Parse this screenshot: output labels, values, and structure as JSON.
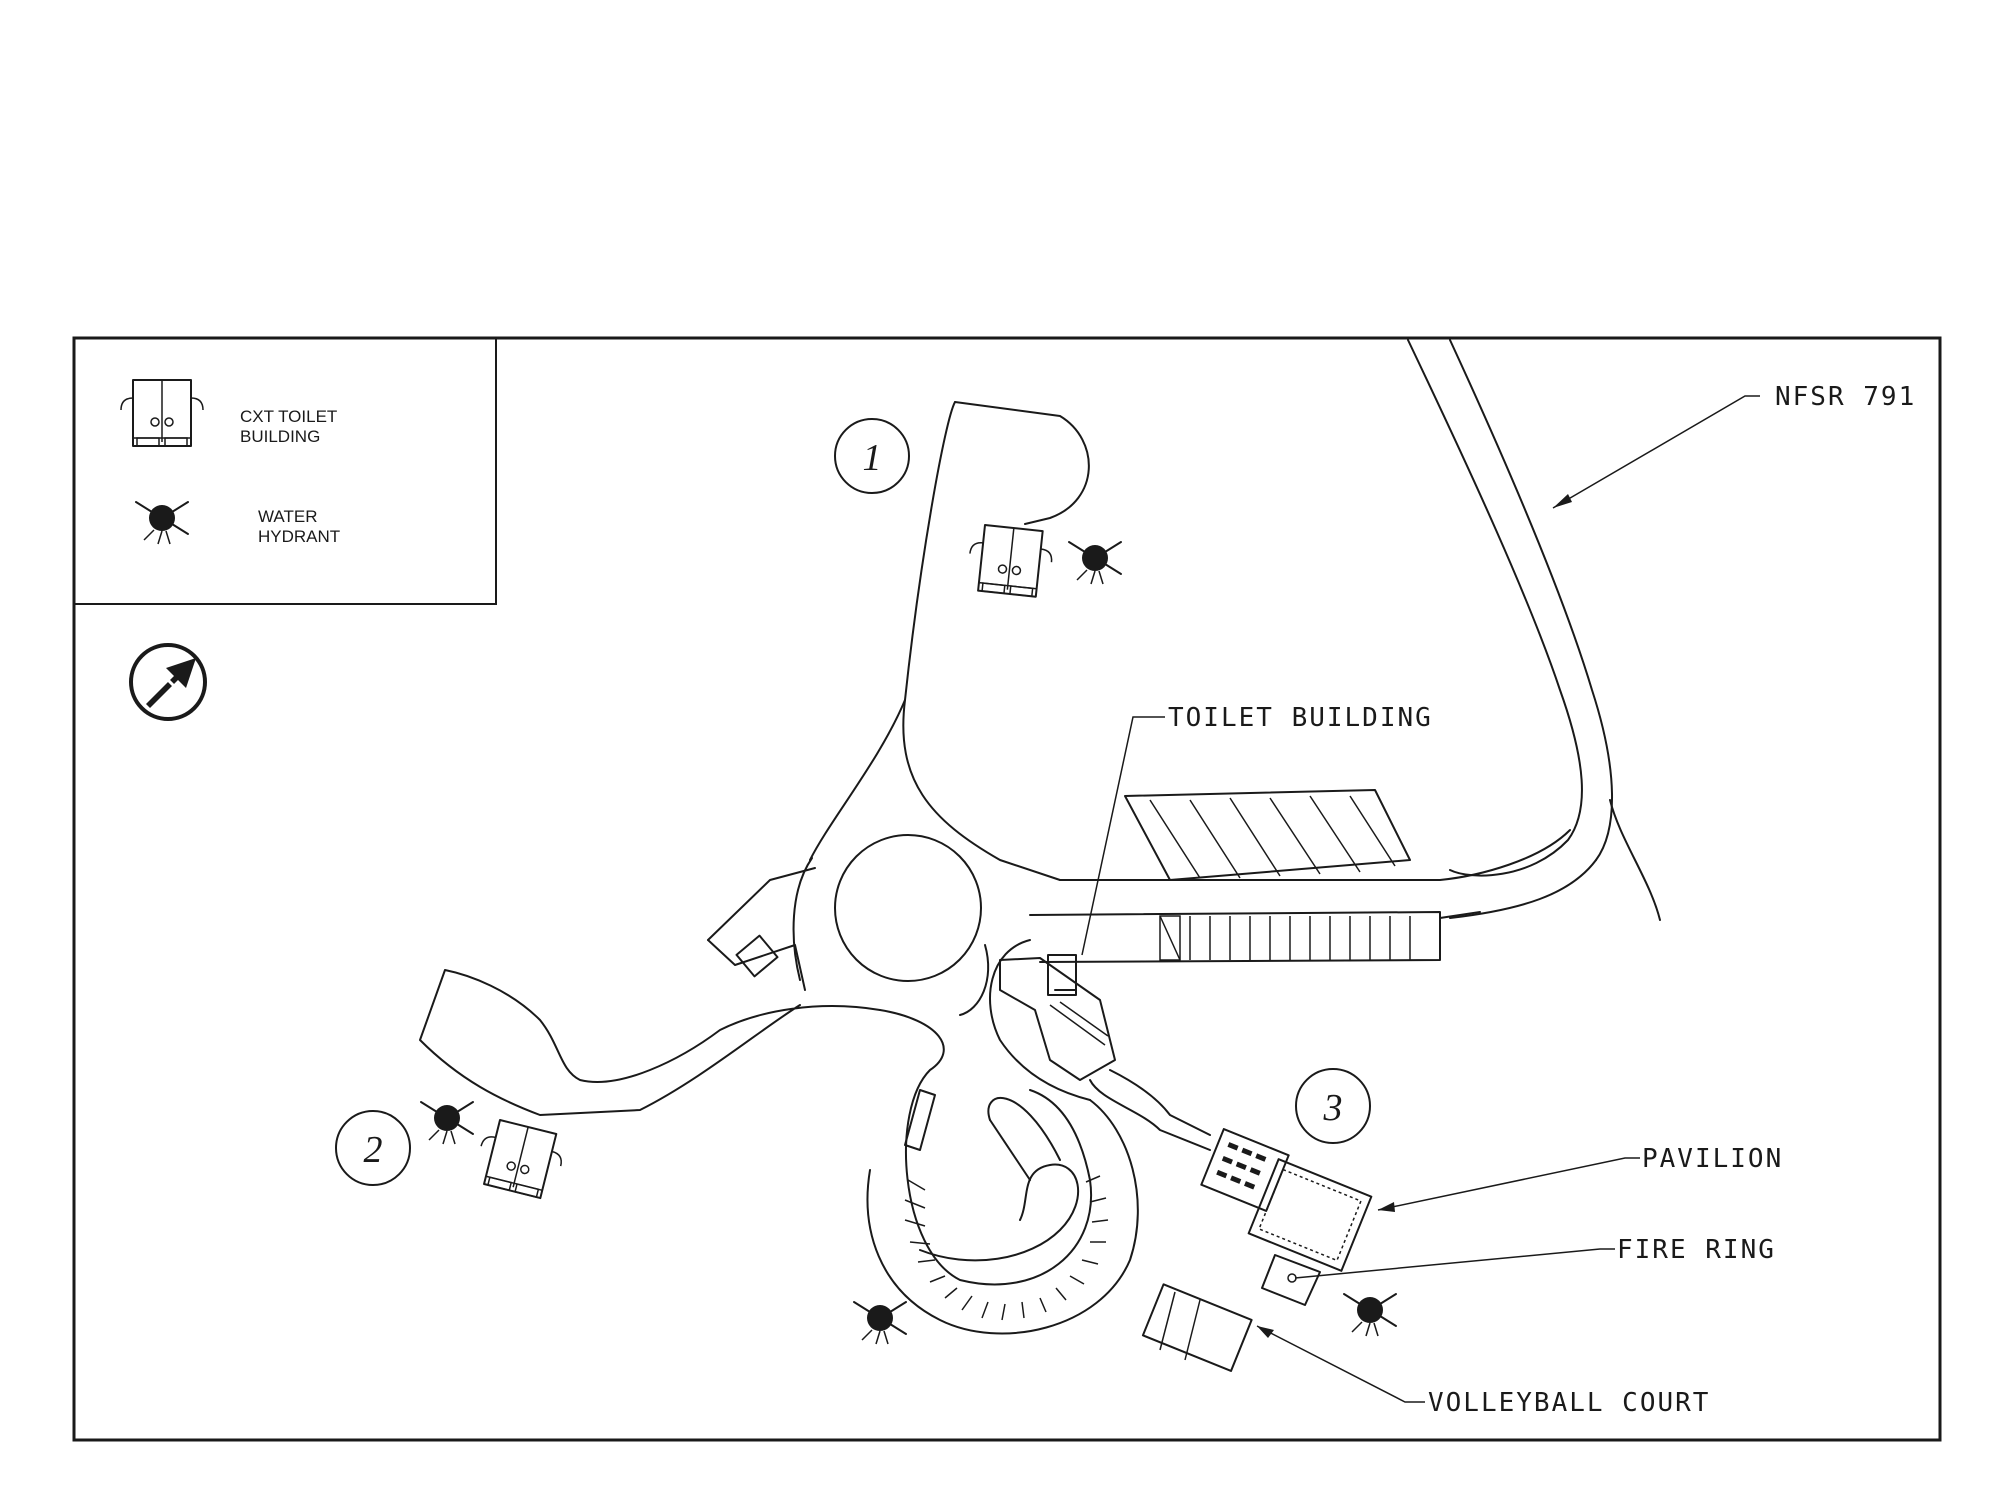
{
  "legend": {
    "items": [
      {
        "icon": "toilet-building-icon",
        "label_line1": "CXT TOILET",
        "label_line2": "BUILDING"
      },
      {
        "icon": "water-hydrant-icon",
        "label_line1": "WATER",
        "label_line2": "HYDRANT"
      }
    ]
  },
  "compass": {
    "icon": "north-arrow-icon"
  },
  "sites": [
    "1",
    "2",
    "3"
  ],
  "callouts": {
    "road": "NFSR 791",
    "toilet_building": "TOILET BUILDING",
    "pavilion": "PAVILION",
    "fire_ring": "FIRE RING",
    "volleyball_court": "VOLLEYBALL COURT"
  },
  "colors": {
    "ink": "#1a1a1a",
    "paper": "#ffffff"
  }
}
